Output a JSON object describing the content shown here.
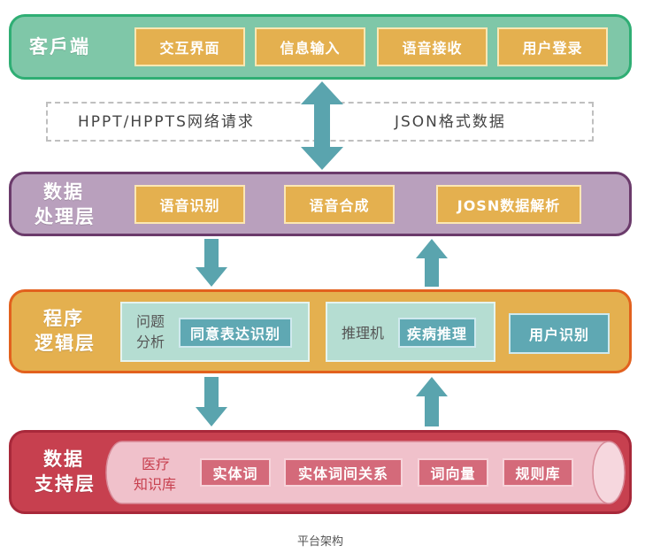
{
  "colors": {
    "client": "#7fc7a8",
    "processing": "#b9a0bd",
    "logic": "#e4b04f",
    "support": "#c7404f",
    "arrow": "#5aa4ae",
    "gold_box": "#e4b04f",
    "mint_panel": "#b5ddd2",
    "teal_box": "#5fa8b3",
    "red_box": "#d46a7a"
  },
  "client_layer": {
    "title": "客戶端",
    "items": [
      "交互界面",
      "信息输入",
      "语音接收",
      "用户登录"
    ]
  },
  "protocol": {
    "left": "HPPT/HPPTS网络请求",
    "right": "JSON格式数据"
  },
  "processing_layer": {
    "title_line1": "数据",
    "title_line2": "处理层",
    "items": [
      "语音识别",
      "语音合成",
      "JOSN数据解析"
    ]
  },
  "logic_layer": {
    "title_line1": "程序",
    "title_line2": "逻辑层",
    "analysis_label_line1": "问题",
    "analysis_label_line2": "分析",
    "analysis_item": "同意表达识别",
    "inference_label": "推理机",
    "inference_item": "疾病推理",
    "user_item": "用户识别"
  },
  "support_layer": {
    "title_line1": "数据",
    "title_line2": "支持层",
    "kb_label_line1": "医疗",
    "kb_label_line2": "知识库",
    "items": [
      "实体词",
      "实体词间关系",
      "词向量",
      "规则库"
    ]
  },
  "caption": "平台架构"
}
